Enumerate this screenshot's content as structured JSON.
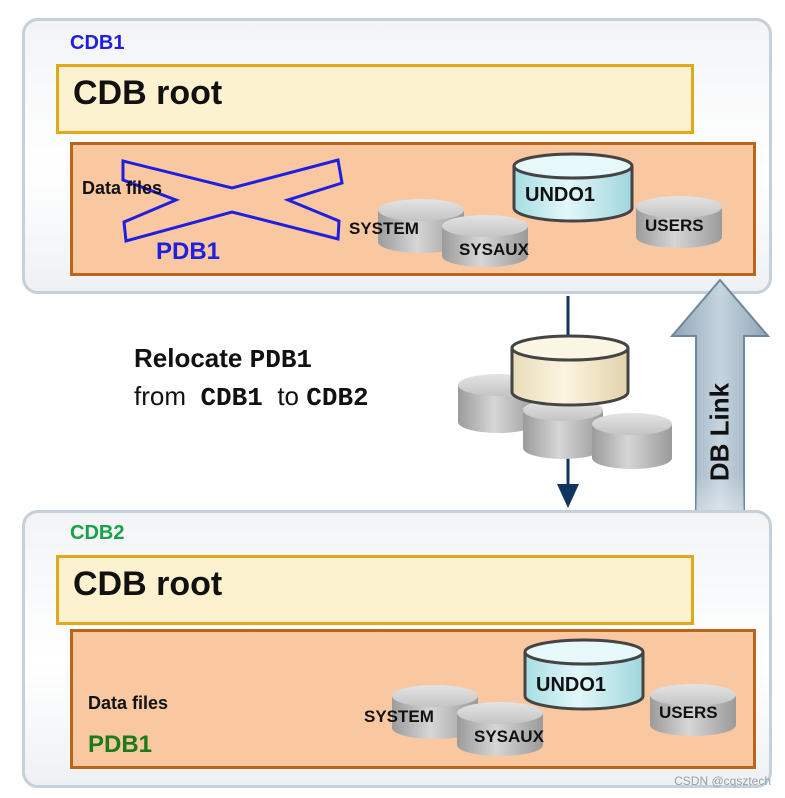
{
  "cdb1": {
    "label": "CDB1",
    "root_label": "CDB root",
    "pdb": {
      "data_files_label": "Data files",
      "name": "PDB1",
      "tablespaces": {
        "system": "SYSTEM",
        "sysaux": "SYSAUX",
        "undo": "UNDO1",
        "users": "USERS"
      }
    }
  },
  "relocate": {
    "word_relocate": "Relocate",
    "pdb_name": "PDB1",
    "word_from": "from",
    "source": "CDB1",
    "word_to": "to",
    "target": "CDB2"
  },
  "db_link_label": "DB Link",
  "cdb2": {
    "label": "CDB2",
    "root_label": "CDB root",
    "pdb": {
      "data_files_label": "Data files",
      "name": "PDB1",
      "tablespaces": {
        "system": "SYSTEM",
        "sysaux": "SYSAUX",
        "undo": "UNDO1",
        "users": "USERS"
      }
    }
  },
  "watermark": "CSDN @cqsztech",
  "colors": {
    "cdb1_label": "#1f1fe0",
    "cdb2_label": "#1aa04a",
    "pdb1_crossed": "#1f1fe0",
    "pdb1_relocated": "#1b7a1b",
    "cross_stroke": "#1f1fe0",
    "arrow_down": "#0f3460",
    "db_link_arrow": "#a9bccb",
    "root_fill": "#fdf2cf",
    "root_border": "#e2a81c",
    "pdb_fill": "#f9c7a0",
    "pdb_border": "#b8651d",
    "undo_fill": "#cdeef1",
    "tablespace_fill": "#c9c9c9"
  }
}
